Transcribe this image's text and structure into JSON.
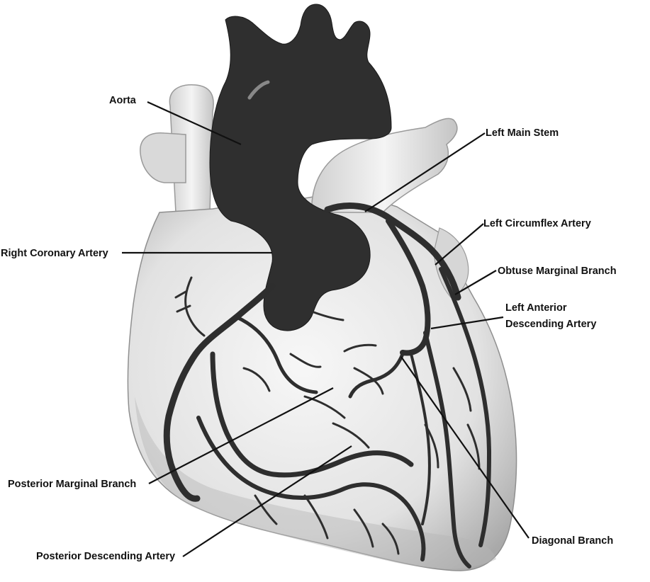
{
  "diagram": {
    "labels": {
      "aorta": "Aorta",
      "left_main_stem": "Left Main Stem",
      "right_coronary_artery": "Right Coronary Artery",
      "left_circumflex_artery": "Left Circumflex Artery",
      "obtuse_marginal_branch": "Obtuse Marginal Branch",
      "left_anterior_descending_line1": "Left Anterior",
      "left_anterior_descending_line2": "Descending Artery",
      "posterior_marginal_branch": "Posterior Marginal Branch",
      "diagonal_branch": "Diagonal Branch",
      "posterior_descending_artery": "Posterior Descending Artery"
    },
    "colors": {
      "vessel": "#2e2e2e",
      "heart_light": "#f2f2f2",
      "heart_shade": "#bdbdbd",
      "leader_line": "#111111"
    }
  }
}
